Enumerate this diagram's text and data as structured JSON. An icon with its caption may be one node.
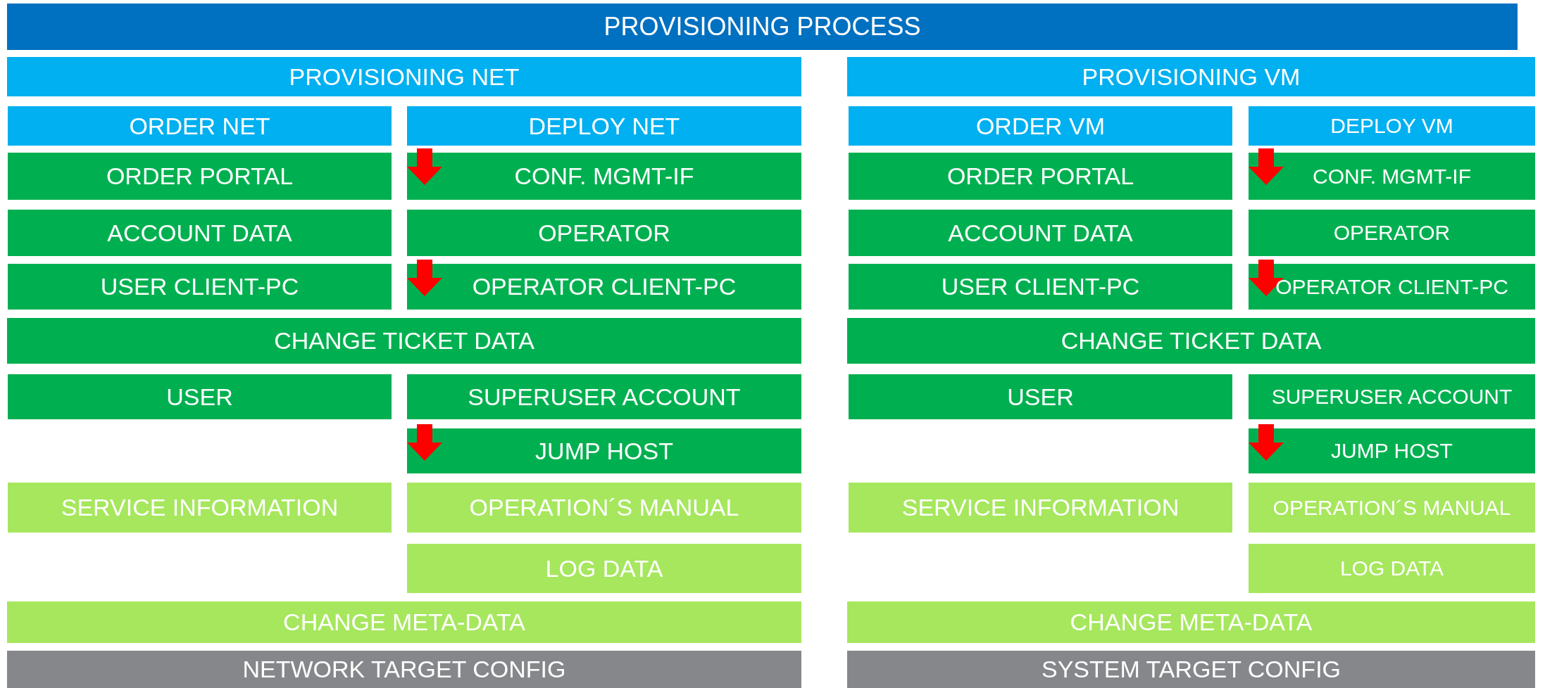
{
  "diagram": {
    "nodes": [
      {
        "text": [
          "PROVISIONING PROCESS"
        ]
      },
      {
        "text": [
          "PROVISIONING NET"
        ]
      },
      {
        "text": [
          "ORDER NET"
        ]
      },
      {
        "text": [
          "DEPLOY NET"
        ]
      },
      {
        "text": [
          "ORDER PORTAL"
        ]
      },
      {
        "text": [
          "CONF. MGMT-IF"
        ]
      },
      {
        "text": [
          "ACCOUNT DATA"
        ]
      },
      {
        "text": [
          "OPERATOR"
        ]
      },
      {
        "text": [
          "USER CLIENT-PC"
        ]
      },
      {
        "text": [
          "OPERATOR CLIENT-PC"
        ]
      },
      {
        "text": [
          "CHANGE TICKET DATA"
        ]
      },
      {
        "text": [
          "USER"
        ]
      },
      {
        "text": [
          "SUPERUSER ACCOUNT"
        ]
      },
      {
        "text": [
          "JUMP HOST"
        ]
      },
      {
        "text": [
          "SERVICE INFORMATION"
        ]
      },
      {
        "text": [
          "OPERATION´S MANUAL"
        ]
      },
      {
        "text": [
          "LOG DATA"
        ]
      },
      {
        "text": [
          "CHANGE META-DATA"
        ]
      },
      {
        "text": [
          "NETWORK TARGET CONFIG"
        ]
      },
      {
        "text": [
          "PROVISIONING VM"
        ]
      },
      {
        "text": [
          "ORDER VM"
        ]
      },
      {
        "text": [
          "DEPLOY VM"
        ]
      },
      {
        "text": [
          "ORDER PORTAL"
        ]
      },
      {
        "text": [
          "CONF. MGMT-IF"
        ]
      },
      {
        "text": [
          "ACCOUNT DATA"
        ]
      },
      {
        "text": [
          "OPERATOR"
        ]
      },
      {
        "text": [
          "USER CLIENT-PC"
        ]
      },
      {
        "text": [
          "OPERATOR CLIENT-PC"
        ]
      },
      {
        "text": [
          "CHANGE TICKET DATA"
        ]
      },
      {
        "text": [
          "USER"
        ]
      },
      {
        "text": [
          "SUPERUSER ACCOUNT"
        ]
      },
      {
        "text": [
          "JUMP HOST"
        ]
      },
      {
        "text": [
          "SERVICE INFORMATION"
        ]
      },
      {
        "text": [
          "OPERATION´S MANUAL"
        ]
      },
      {
        "text": [
          "LOG DATA"
        ]
      },
      {
        "text": [
          "CHANGE META-DATA"
        ]
      },
      {
        "text": [
          "SYSTEM TARGET CONFIG"
        ]
      }
    ]
  }
}
